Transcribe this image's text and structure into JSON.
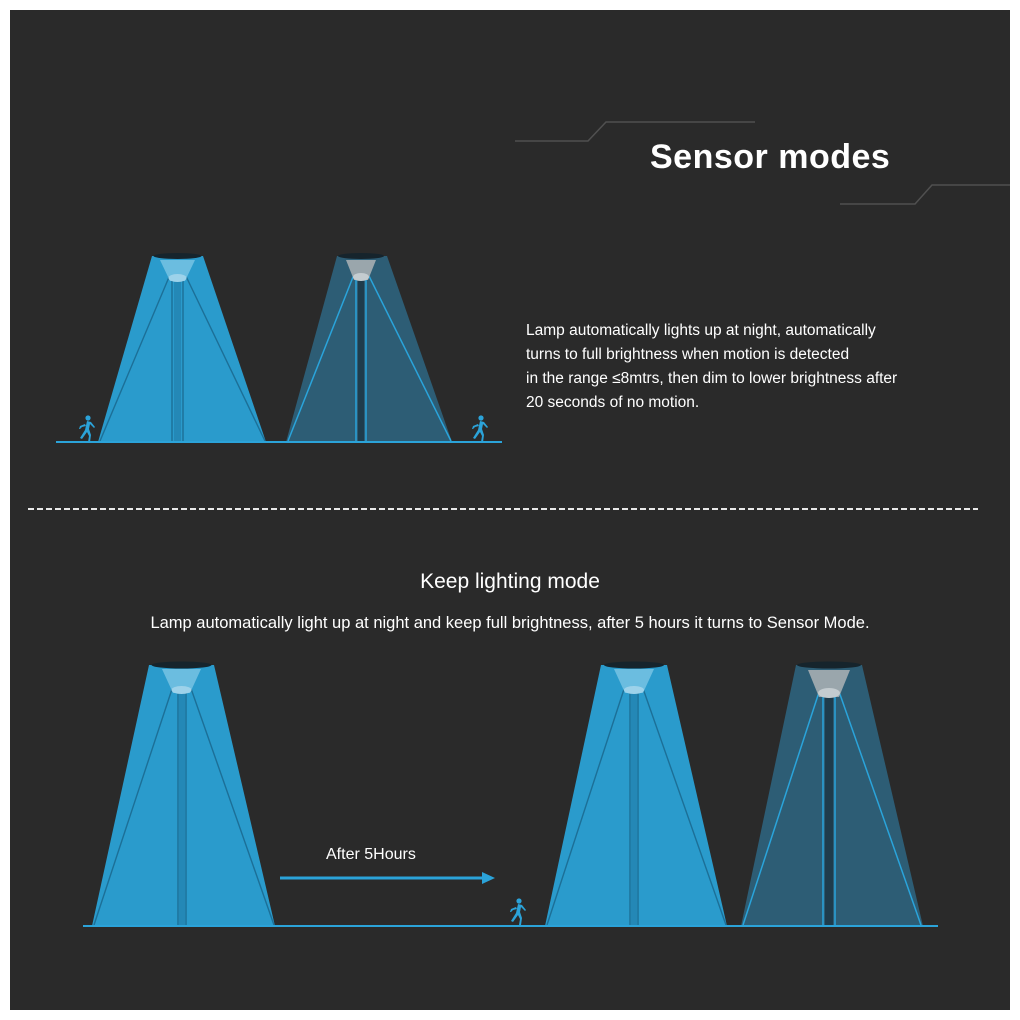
{
  "sensor_section": {
    "title": "Sensor modes",
    "description_lines": [
      "Lamp automatically lights up at night, automatically",
      "turns to full brightness when motion is detected",
      "in the range ≤8mtrs, then dim to lower brightness after",
      "20 seconds of no motion."
    ]
  },
  "keep_section": {
    "title": "Keep lighting mode",
    "description": "Lamp automatically light up at night and keep full brightness, after 5 hours it turns to Sensor Mode.",
    "arrow_label": "After 5Hours"
  },
  "colors": {
    "background": "#2a2a2a",
    "beam_bright": "#2a9bcc",
    "beam_dim": "#2d5d75",
    "accent": "#2ba3d9",
    "text": "#ffffff"
  },
  "icons": [
    "lamp-beam-bright",
    "lamp-beam-dim",
    "running-person-icon",
    "right-arrow-icon"
  ]
}
